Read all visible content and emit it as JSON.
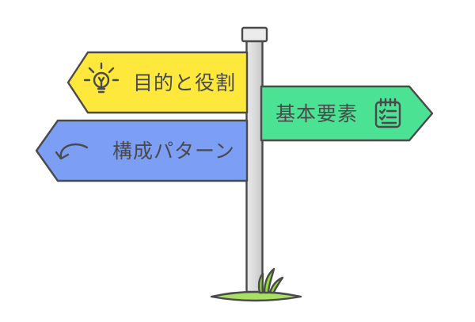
{
  "illustration": {
    "title": "signpost-diagram",
    "signs": [
      {
        "id": "purpose",
        "label": "目的と役割",
        "color": "#FFE83C",
        "icon": "lightbulb-icon",
        "direction": "left"
      },
      {
        "id": "elements",
        "label": "基本要素",
        "color": "#4BE294",
        "icon": "checklist-icon",
        "direction": "right"
      },
      {
        "id": "pattern",
        "label": "構成パターン",
        "color": "#7C9FF5",
        "icon": "curved-arrow-icon",
        "direction": "left"
      }
    ],
    "colors": {
      "outline": "#4A4A4A",
      "pole": "#D9D9D9",
      "pole_cap": "#ECECEC",
      "grass": "#8FDB3A",
      "ground": "#A8E063",
      "text": "#4A4A4A"
    }
  }
}
